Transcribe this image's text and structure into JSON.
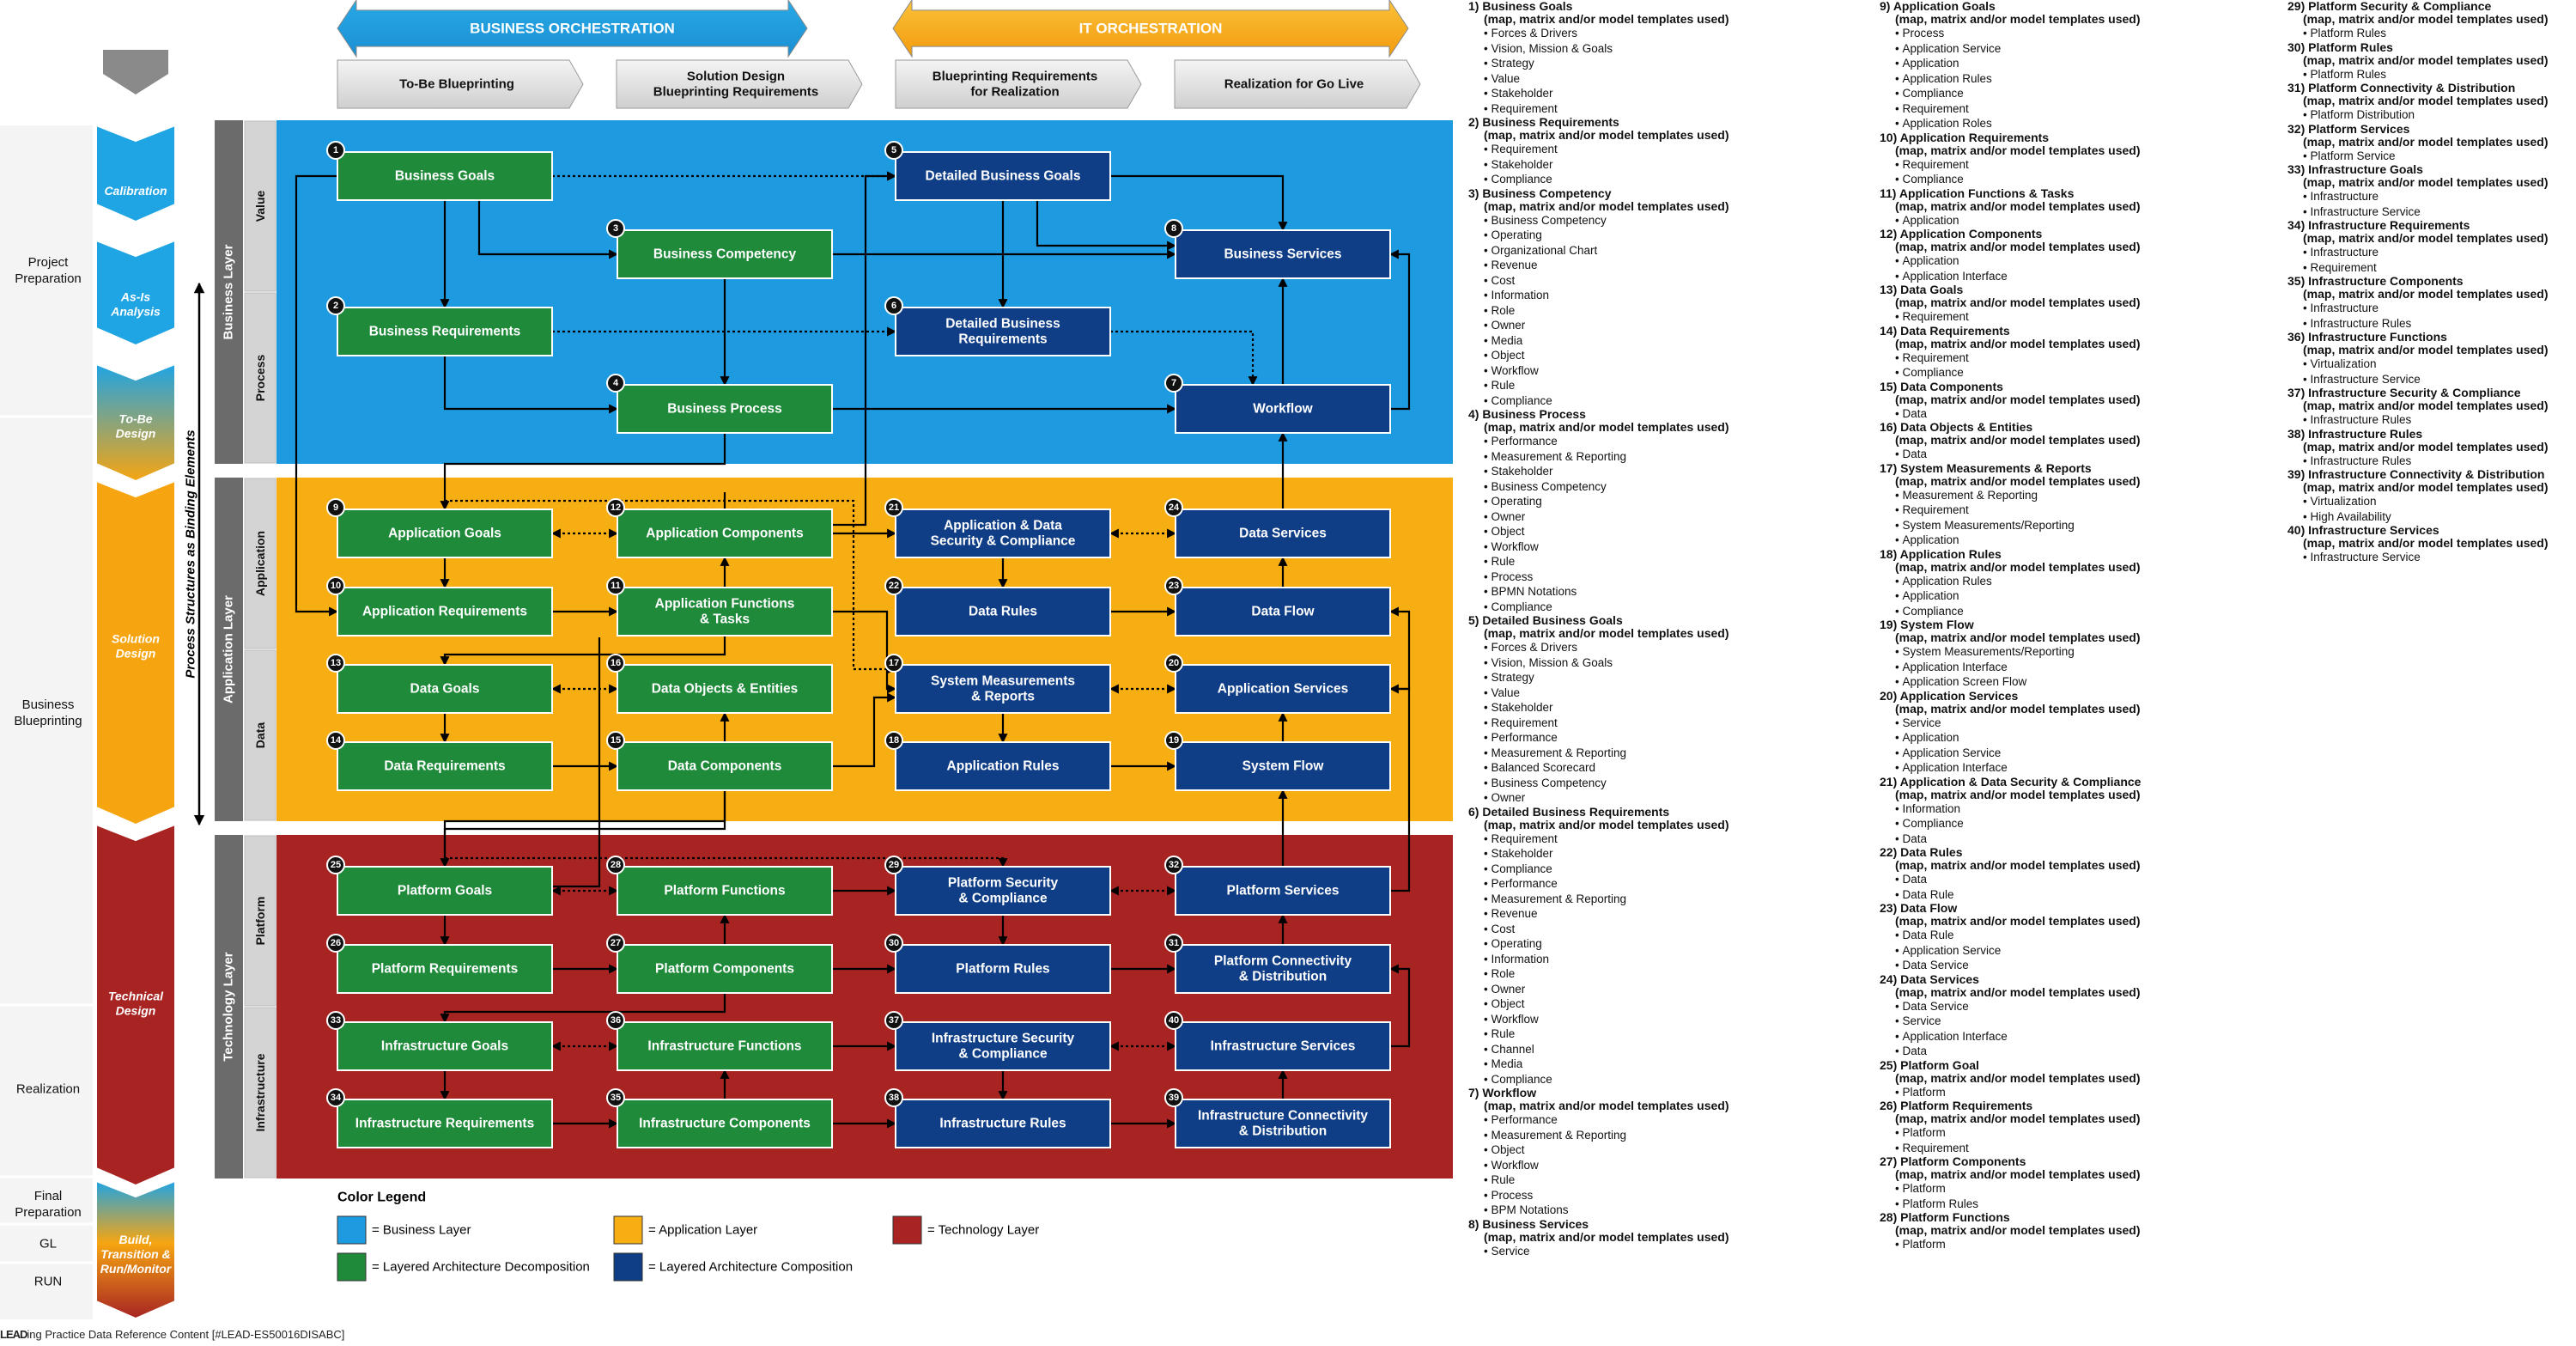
{
  "header": {
    "business_orchestration": "BUSINESS ORCHESTRATION",
    "it_orchestration": "IT ORCHESTRATION",
    "phases": [
      [
        "To-Be Blueprinting"
      ],
      [
        "Solution Design",
        "Blueprinting Requirements"
      ],
      [
        "Blueprinting Requirements",
        "for Realization"
      ],
      [
        "Realization for Go Live"
      ]
    ]
  },
  "left_stages": [
    "Project Preparation",
    "Business Blueprinting",
    "Realization",
    "Final Preparation",
    "GL",
    "RUN"
  ],
  "chevrons": [
    [
      "Calibration"
    ],
    [
      "As-Is",
      "Analysis"
    ],
    [
      "To-Be",
      "Design"
    ],
    [
      "Solution",
      "Design"
    ],
    [
      "Technical",
      "Design"
    ],
    [
      "Build,",
      "Transition &",
      "Run/Monitor"
    ]
  ],
  "vertical_labels": {
    "process_structures": "Process Structures as Binding Elements",
    "business_layer": "Business Layer",
    "application_layer": "Application Layer",
    "technology_layer": "Technology Layer",
    "value": "Value",
    "process": "Process",
    "application": "Application",
    "data": "Data",
    "platform": "Platform",
    "infrastructure": "Infrastructure"
  },
  "nodes": [
    {
      "n": "1",
      "label": [
        "Business Goals"
      ],
      "kind": "green"
    },
    {
      "n": "2",
      "label": [
        "Business Requirements"
      ],
      "kind": "green"
    },
    {
      "n": "3",
      "label": [
        "Business Competency"
      ],
      "kind": "green"
    },
    {
      "n": "4",
      "label": [
        "Business Process"
      ],
      "kind": "green"
    },
    {
      "n": "5",
      "label": [
        "Detailed Business Goals"
      ],
      "kind": "blue"
    },
    {
      "n": "6",
      "label": [
        "Detailed Business",
        "Requirements"
      ],
      "kind": "blue"
    },
    {
      "n": "7",
      "label": [
        "Workflow"
      ],
      "kind": "blue"
    },
    {
      "n": "8",
      "label": [
        "Business Services"
      ],
      "kind": "blue"
    },
    {
      "n": "9",
      "label": [
        "Application Goals"
      ],
      "kind": "green"
    },
    {
      "n": "10",
      "label": [
        "Application Requirements"
      ],
      "kind": "green"
    },
    {
      "n": "11",
      "label": [
        "Application Functions",
        "& Tasks"
      ],
      "kind": "green"
    },
    {
      "n": "12",
      "label": [
        "Application Components"
      ],
      "kind": "green"
    },
    {
      "n": "13",
      "label": [
        "Data Goals"
      ],
      "kind": "green"
    },
    {
      "n": "14",
      "label": [
        "Data Requirements"
      ],
      "kind": "green"
    },
    {
      "n": "15",
      "label": [
        "Data Components"
      ],
      "kind": "green"
    },
    {
      "n": "16",
      "label": [
        "Data Objects & Entities"
      ],
      "kind": "green"
    },
    {
      "n": "17",
      "label": [
        "System Measurements",
        "& Reports"
      ],
      "kind": "blue"
    },
    {
      "n": "18",
      "label": [
        "Application Rules"
      ],
      "kind": "blue"
    },
    {
      "n": "19",
      "label": [
        "System Flow"
      ],
      "kind": "blue"
    },
    {
      "n": "20",
      "label": [
        "Application Services"
      ],
      "kind": "blue"
    },
    {
      "n": "21",
      "label": [
        "Application & Data",
        "Security & Compliance"
      ],
      "kind": "blue"
    },
    {
      "n": "22",
      "label": [
        "Data Rules"
      ],
      "kind": "blue"
    },
    {
      "n": "23",
      "label": [
        "Data Flow"
      ],
      "kind": "blue"
    },
    {
      "n": "24",
      "label": [
        "Data Services"
      ],
      "kind": "blue"
    },
    {
      "n": "25",
      "label": [
        "Platform Goals"
      ],
      "kind": "green"
    },
    {
      "n": "26",
      "label": [
        "Platform Requirements"
      ],
      "kind": "green"
    },
    {
      "n": "27",
      "label": [
        "Platform Components"
      ],
      "kind": "green"
    },
    {
      "n": "28",
      "label": [
        "Platform Functions"
      ],
      "kind": "green"
    },
    {
      "n": "29",
      "label": [
        "Platform Security",
        "& Compliance"
      ],
      "kind": "blue"
    },
    {
      "n": "30",
      "label": [
        "Platform Rules"
      ],
      "kind": "blue"
    },
    {
      "n": "31",
      "label": [
        "Platform Connectivity",
        "& Distribution"
      ],
      "kind": "blue"
    },
    {
      "n": "32",
      "label": [
        "Platform Services"
      ],
      "kind": "blue"
    },
    {
      "n": "33",
      "label": [
        "Infrastructure Goals"
      ],
      "kind": "green"
    },
    {
      "n": "34",
      "label": [
        "Infrastructure Requirements"
      ],
      "kind": "green"
    },
    {
      "n": "35",
      "label": [
        "Infrastructure Components"
      ],
      "kind": "green"
    },
    {
      "n": "36",
      "label": [
        "Infrastructure Functions"
      ],
      "kind": "green"
    },
    {
      "n": "37",
      "label": [
        "Infrastructure Security",
        "& Compliance"
      ],
      "kind": "blue"
    },
    {
      "n": "38",
      "label": [
        "Infrastructure Rules"
      ],
      "kind": "blue"
    },
    {
      "n": "39",
      "label": [
        "Infrastructure Connectivity",
        "& Distribution"
      ],
      "kind": "blue"
    },
    {
      "n": "40",
      "label": [
        "Infrastructure Services"
      ],
      "kind": "blue"
    }
  ],
  "legend": {
    "title": "Color Legend",
    "items": [
      "= Business Layer",
      "= Application Layer",
      "= Technology Layer",
      "= Layered Architecture Decomposition",
      "= Layered Architecture Composition"
    ]
  },
  "colors": {
    "business_layer": "#1e9be0",
    "application_layer": "#f7ae12",
    "technology_layer": "#a82423",
    "decomposition": "#1f8a3a",
    "composition": "#0f3e87",
    "gray_bar": "#6b6b6b",
    "light_bar": "#d4d4d4"
  },
  "footer": {
    "logo": "LEAD",
    "text": "ing Practice Data Reference Content [#LEAD-ES50016DISABC]"
  },
  "sub_header": "(map, matrix and/or model templates used)",
  "sections": [
    {
      "title": "1) Business Goals",
      "items": [
        "Forces & Drivers",
        "Vision, Mission & Goals",
        "Strategy",
        "Value",
        "Stakeholder",
        "Requirement"
      ]
    },
    {
      "title": "2) Business Requirements",
      "items": [
        "Requirement",
        "Stakeholder",
        "Compliance"
      ]
    },
    {
      "title": "3) Business Competency",
      "items": [
        "Business Competency",
        "Operating",
        "Organizational Chart",
        "Revenue",
        "Cost",
        "Information",
        "Role",
        "Owner",
        "Media",
        "Object",
        "Workflow",
        "Rule",
        "Compliance"
      ]
    },
    {
      "title": "4) Business Process",
      "items": [
        "Performance",
        "Measurement & Reporting",
        "Stakeholder",
        "Business Competency",
        "Operating",
        "Owner",
        "Object",
        "Workflow",
        "Rule",
        "Process",
        "BPMN Notations",
        "Compliance"
      ]
    },
    {
      "title": "5) Detailed Business Goals",
      "items": [
        "Forces & Drivers",
        "Vision, Mission & Goals",
        "Strategy",
        "Value",
        "Stakeholder",
        "Requirement",
        "Performance",
        "Measurement & Reporting",
        "Balanced Scorecard",
        "Business Competency",
        "Owner"
      ]
    },
    {
      "title": "6) Detailed Business Requirements",
      "items": [
        "Requirement",
        "Stakeholder",
        "Compliance",
        "Performance",
        "Measurement & Reporting",
        "Revenue",
        "Cost",
        "Operating",
        "Information",
        "Role",
        "Owner",
        "Object",
        "Workflow",
        "Rule",
        "Channel",
        "Media",
        "Compliance"
      ]
    },
    {
      "title": "7) Workflow",
      "items": [
        "Performance",
        "Measurement & Reporting",
        "Object",
        "Workflow",
        "Rule",
        "Process",
        "BPM Notations"
      ]
    },
    {
      "title": "8) Business Services",
      "items": [
        "Service"
      ]
    },
    {
      "title": "9) Application Goals",
      "items": [
        "Process",
        "Application Service",
        "Application",
        "Application Rules",
        "Compliance",
        "Requirement",
        "Application Roles"
      ]
    },
    {
      "title": "10) Application Requirements",
      "items": [
        "Requirement",
        "Compliance"
      ]
    },
    {
      "title": "11) Application Functions & Tasks",
      "items": [
        "Application"
      ]
    },
    {
      "title": "12) Application Components",
      "items": [
        "Application",
        "Application Interface"
      ]
    },
    {
      "title": "13) Data Goals",
      "items": [
        "Requirement"
      ]
    },
    {
      "title": "14) Data Requirements",
      "items": [
        "Requirement",
        "Compliance"
      ]
    },
    {
      "title": "15) Data Components",
      "items": [
        "Data"
      ]
    },
    {
      "title": "16) Data Objects & Entities",
      "items": [
        "Data"
      ]
    },
    {
      "title": "17) System Measurements & Reports",
      "items": [
        "Measurement & Reporting",
        "Requirement",
        "System Measurements/Reporting",
        "Application"
      ]
    },
    {
      "title": "18) Application Rules",
      "items": [
        "Application Rules",
        "Application",
        "Compliance"
      ]
    },
    {
      "title": "19) System Flow",
      "items": [
        "System Measurements/Reporting",
        "Application Interface",
        "Application Screen Flow"
      ]
    },
    {
      "title": "20) Application Services",
      "items": [
        "Service",
        "Application",
        "Application Service",
        "Application Interface"
      ]
    },
    {
      "title": "21) Application & Data Security & Compliance",
      "items": [
        "Information",
        "Compliance",
        "Data"
      ]
    },
    {
      "title": "22) Data Rules",
      "items": [
        "Data",
        "Data Rule"
      ]
    },
    {
      "title": "23) Data Flow",
      "items": [
        "Data Rule",
        "Application Service",
        "Data Service"
      ]
    },
    {
      "title": "24) Data Services",
      "items": [
        "Data Service",
        "Service",
        "Application Interface",
        "Data"
      ]
    },
    {
      "title": "25) Platform Goal",
      "items": [
        "Platform"
      ]
    },
    {
      "title": "26) Platform Requirements",
      "items": [
        "Platform",
        "Requirement"
      ]
    },
    {
      "title": "27) Platform Components",
      "items": [
        "Platform",
        "Platform Rules"
      ]
    },
    {
      "title": "28) Platform Functions",
      "items": [
        "Platform"
      ]
    },
    {
      "title": "29) Platform Security & Compliance",
      "items": [
        "Platform Rules"
      ]
    },
    {
      "title": "30) Platform Rules",
      "items": [
        "Platform Rules"
      ]
    },
    {
      "title": "31) Platform Connectivity & Distribution",
      "items": [
        "Platform Distribution"
      ]
    },
    {
      "title": "32) Platform Services",
      "items": [
        "Platform Service"
      ]
    },
    {
      "title": "33) Infrastructure Goals",
      "items": [
        "Infrastructure",
        "Infrastructure Service"
      ]
    },
    {
      "title": "34) Infrastructure Requirements",
      "items": [
        "Infrastructure",
        "Requirement"
      ]
    },
    {
      "title": "35) Infrastructure Components",
      "items": [
        "Infrastructure",
        "Infrastructure Rules"
      ]
    },
    {
      "title": "36) Infrastructure Functions",
      "items": [
        "Virtualization",
        "Infrastructure Service"
      ]
    },
    {
      "title": "37) Infrastructure Security & Compliance",
      "items": [
        "Infrastructure Rules"
      ]
    },
    {
      "title": "38) Infrastructure Rules",
      "items": [
        "Infrastructure Rules"
      ]
    },
    {
      "title": "39) Infrastructure Connectivity & Distribution",
      "items": [
        "Virtualization",
        "High Availability"
      ]
    },
    {
      "title": "40) Infrastructure Services",
      "items": [
        "Infrastructure Service"
      ]
    }
  ]
}
